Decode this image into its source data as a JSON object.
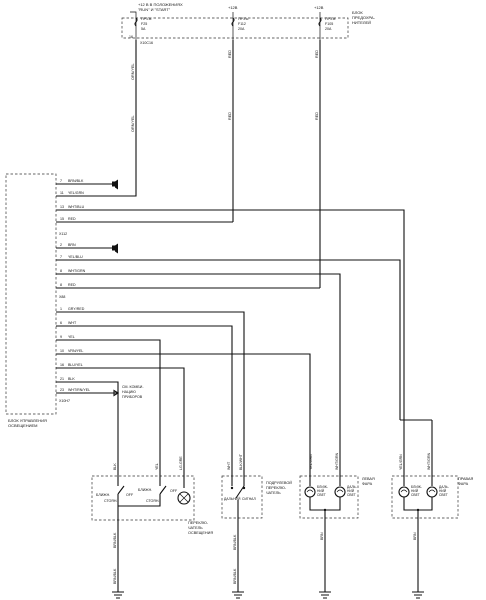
{
  "fuse_box": {
    "top_labels": [
      "+12 В В ПОЛОЖЕНИЯХ",
      "\"RUN\" И \"START\"",
      "+12В",
      "+12В"
    ],
    "title_lines": [
      "БЛОК",
      "ПРЕДОХРА-",
      "НИТЕЛЕЙ"
    ],
    "fuses": [
      {
        "header": "ПР-Ль",
        "id": "F25",
        "rating": "5А"
      },
      {
        "header": "ПР-Ль",
        "id": "F112",
        "rating": "20А"
      },
      {
        "header": "ПР-Ль",
        "id": "F105",
        "rating": "20А"
      }
    ],
    "connector": "X10C16",
    "pin": "16"
  },
  "vertical_wires": {
    "left": "ORN/YEL",
    "left_lower": "ORN/YEL",
    "mid": "RED",
    "mid_lower": "RED",
    "right": "RED",
    "right_lower": "RED"
  },
  "control_unit": {
    "title_lines": [
      "БЛОК УПРАВЛЕНИЯ",
      "ОСВЕЩЕНИЕМ"
    ],
    "connector_x112": "X112",
    "connector_x88": "X88",
    "connector_bottom": "X10H7",
    "pins": [
      {
        "num": "7",
        "wire": "BRN/BLK"
      },
      {
        "num": "11",
        "wire": "YEL/GRN"
      },
      {
        "num": "13",
        "wire": "WHT/BLU"
      },
      {
        "num": "15",
        "wire": "RED"
      },
      {
        "num": "2",
        "wire": "BRN"
      },
      {
        "num": "7",
        "wire": "YEL/BLU"
      },
      {
        "num": "8",
        "wire": "WHT/GRN"
      },
      {
        "num": "8",
        "wire": "RED"
      },
      {
        "num": "1",
        "wire": "GRY/RED"
      },
      {
        "num": "6",
        "wire": "WHT"
      },
      {
        "num": "9",
        "wire": "YEL"
      },
      {
        "num": "10",
        "wire": "VRN/YEL"
      },
      {
        "num": "16",
        "wire": "BLU/YEL"
      },
      {
        "num": "21",
        "wire": "BLK"
      },
      {
        "num": "23",
        "wire": "WHT/RN/YEL"
      }
    ],
    "note_lines": [
      "СМ. КОМБИ-",
      "НАЦИЮ",
      "ПРИБОРОВ"
    ]
  },
  "light_switch": {
    "wires": [
      "BLK",
      "YEL",
      "LG-GRE"
    ],
    "labels": [
      "БЛИЖН.",
      "СТОЯН.",
      "OFF",
      "БЛИЖН.",
      "СТОЯН.",
      "OFF"
    ],
    "title_lines": [
      "ПЕРЕКЛЮ-",
      "ЧАТЕЛЬ",
      "ОСВЕЩЕНИЯ"
    ],
    "ground_wire": "BRN/BLK",
    "ground_wire_lower": "BRN/BLK"
  },
  "dimmer_switch": {
    "wires": [
      "WHT",
      "BLK/WHT"
    ],
    "labels": [
      "ДАЛЬНИЙ",
      "СИГНАЛ"
    ],
    "title_lines": [
      "ПОДРУЛЕВОЙ",
      "ПЕРЕКЛЮ-",
      "ЧАТЕЛЬ"
    ],
    "ground_wire": "BRN/BLK",
    "ground_wire_lower": "BRN/BLK"
  },
  "left_headlamp": {
    "wires": [
      "YEL/GRN",
      "WHT/GRN"
    ],
    "lamp_labels": [
      [
        "БЛИЖ-",
        "НИЙ",
        "СВЕТ"
      ],
      [
        "ДАЛЬ-",
        "НИЙ",
        "СВЕТ"
      ]
    ],
    "title_lines": [
      "ЛЕВАЯ",
      "ФАРА"
    ],
    "ground_wire": "BRN"
  },
  "right_headlamp": {
    "wires": [
      "YEL/GRN",
      "WHT/GRN"
    ],
    "lamp_labels": [
      [
        "БЛИЖ-",
        "НИЙ",
        "СВЕТ"
      ],
      [
        "ДАЛЬ-",
        "НИЙ",
        "СВЕТ"
      ]
    ],
    "title_lines": [
      "ПРАВАЯ",
      "ФАРА"
    ],
    "ground_wire": "BRN"
  }
}
